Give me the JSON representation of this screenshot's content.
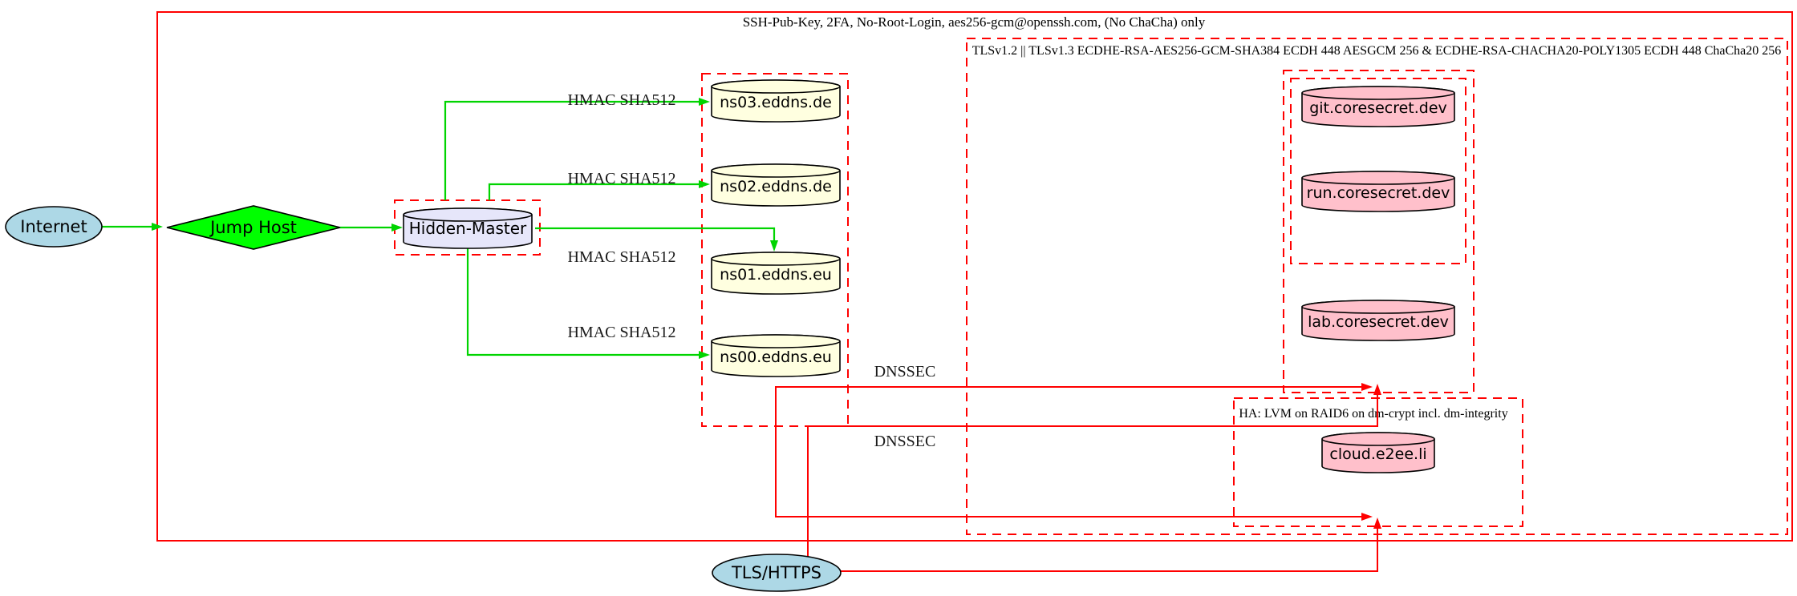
{
  "colors": {
    "bg": "#ffffff",
    "red": "#ff0000",
    "edge-green": "#00d400",
    "node-green": "#00ff00",
    "lightblue": "#add8e6",
    "lavender": "#e6e6fa",
    "lightyellow": "#ffffe0",
    "pink": "#ffc0cb"
  },
  "clusters": {
    "ssh": {
      "label": "SSH-Pub-Key, 2FA, No-Root-Login, aes256-gcm@openssh.com, (No ChaCha) only",
      "border": "solid red"
    },
    "tls": {
      "label": "TLSv1.2 || TLSv1.3 ECDHE-RSA-AES256-GCM-SHA384 ECDH 448 AESGCM 256 & ECDHE-RSA-CHACHA20-POLY1305 ECDH 448 ChaCha20 256",
      "border": "dashed red"
    },
    "ns": {
      "label": "",
      "border": "dashed red"
    },
    "hidden_master_box": {
      "label": "",
      "border": "dashed red"
    },
    "dev": {
      "label": "",
      "border": "dashed red"
    },
    "dev_inner": {
      "label": "",
      "border": "dashed red"
    },
    "ha": {
      "label": "HA: LVM on RAID6 on dm-crypt incl. dm-integrity",
      "border": "dashed red"
    }
  },
  "nodes": {
    "internet": {
      "label": "Internet",
      "shape": "ellipse",
      "fill": "#add8e6"
    },
    "jump_host": {
      "label": "Jump Host",
      "shape": "diamond",
      "fill": "#00ff00"
    },
    "hidden_master": {
      "label": "Hidden-Master",
      "shape": "cylinder",
      "fill": "#e6e6fa"
    },
    "ns03": {
      "label": "ns03.eddns.de",
      "shape": "cylinder",
      "fill": "#ffffe0"
    },
    "ns02": {
      "label": "ns02.eddns.de",
      "shape": "cylinder",
      "fill": "#ffffe0"
    },
    "ns01": {
      "label": "ns01.eddns.eu",
      "shape": "cylinder",
      "fill": "#ffffe0"
    },
    "ns00": {
      "label": "ns00.eddns.eu",
      "shape": "cylinder",
      "fill": "#ffffe0"
    },
    "git": {
      "label": "git.coresecret.dev",
      "shape": "cylinder",
      "fill": "#ffc0cb"
    },
    "run": {
      "label": "run.coresecret.dev",
      "shape": "cylinder",
      "fill": "#ffc0cb"
    },
    "lab": {
      "label": "lab.coresecret.dev",
      "shape": "cylinder",
      "fill": "#ffc0cb"
    },
    "cloud": {
      "label": "cloud.e2ee.li",
      "shape": "cylinder",
      "fill": "#ffc0cb"
    },
    "tls_https": {
      "label": "TLS/HTTPS",
      "shape": "ellipse",
      "fill": "#add8e6"
    }
  },
  "edges": [
    {
      "from": "internet",
      "to": "jump_host",
      "color": "green",
      "label": ""
    },
    {
      "from": "jump_host",
      "to": "hidden_master",
      "color": "green",
      "label": ""
    },
    {
      "from": "hidden_master",
      "to": "ns03",
      "color": "green",
      "label": "HMAC SHA512"
    },
    {
      "from": "hidden_master",
      "to": "ns02",
      "color": "green",
      "label": "HMAC SHA512"
    },
    {
      "from": "hidden_master",
      "to": "ns01",
      "color": "green",
      "label": "HMAC SHA512"
    },
    {
      "from": "hidden_master",
      "to": "ns00",
      "color": "green",
      "label": "HMAC SHA512"
    },
    {
      "from": "ns_cluster",
      "to": "dev_cluster",
      "color": "red",
      "label": "DNSSEC"
    },
    {
      "from": "tls_https",
      "to": "dev_cluster",
      "color": "red",
      "label": "DNSSEC"
    },
    {
      "from": "ns_cluster",
      "to": "ha_cluster",
      "color": "red",
      "label": ""
    },
    {
      "from": "tls_https",
      "to": "ha_cluster",
      "color": "red",
      "label": ""
    }
  ]
}
